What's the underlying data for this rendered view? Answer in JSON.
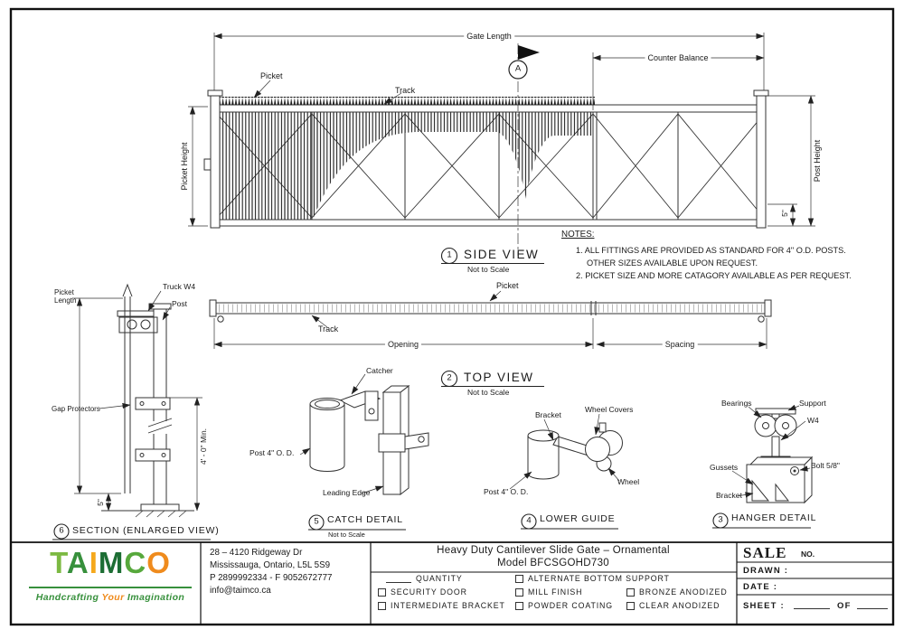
{
  "drawing": {
    "side_view": {
      "callout": "1",
      "title": "SIDE VIEW",
      "scale": "Not to Scale",
      "section_marker": "A",
      "dim_gate_length": "Gate Length",
      "dim_counter_balance": "Counter Balance",
      "dim_picket_height": "Picket Height",
      "dim_post_height": "Post Height",
      "dim_bottom_gap": "5\"",
      "label_picket": "Picket",
      "label_track": "Track"
    },
    "notes": {
      "heading": "NOTES:",
      "items": [
        "1. ALL FITTINGS ARE PROVIDED AS STANDARD FOR 4\" O.D. POSTS.",
        "OTHER SIZES AVAILABLE UPON REQUEST.",
        "2. PICKET SIZE AND MORE CATAGORY AVAILABLE AS PER REQUEST."
      ]
    },
    "top_view": {
      "callout": "2",
      "title": "TOP VIEW",
      "scale": "Not to Scale",
      "label_picket": "Picket",
      "label_track": "Track",
      "dim_opening": "Opening",
      "dim_spacing": "Spacing"
    },
    "section_view": {
      "callout": "6",
      "title": "SECTION (ENLARGED VIEW)",
      "label_truck": "Truck W4",
      "label_post": "Post",
      "dim_picket_length": "Picket Length",
      "label_gap_protectors": "Gap Protectors",
      "dim_min_height": "4' - 0\" Min.",
      "dim_bottom_gap": "5\""
    },
    "catch_detail": {
      "callout": "5",
      "title": "CATCH DETAIL",
      "scale": "Not to Scale",
      "label_catcher": "Catcher",
      "label_post": "Post 4\" O. D.",
      "label_leading_edge": "Leading Edge"
    },
    "lower_guide": {
      "callout": "4",
      "title": "LOWER GUIDE",
      "label_bracket": "Bracket",
      "label_wheel_covers": "Wheel Covers",
      "label_wheel": "Wheel",
      "label_post": "Post 4\" O. D."
    },
    "hanger_detail": {
      "callout": "3",
      "title": "HANGER DETAIL",
      "label_bearings": "Bearings",
      "label_support": "Support",
      "label_w4": "W4",
      "label_bolt": "Bolt 5/8\"",
      "label_gussets": "Gussets",
      "label_bracket": "Bracket"
    }
  },
  "title_block": {
    "logo": {
      "letters": [
        "T",
        "A",
        "I",
        "M",
        "C",
        "O"
      ],
      "tagline": [
        "Handcrafting",
        "Your",
        "Imagination"
      ],
      "colors": {
        "green": "#37903c",
        "dark_green": "#1d6e34",
        "light_green": "#7cb942",
        "orange": "#ef8b1d",
        "yellow": "#f5a81c"
      }
    },
    "address": {
      "lines": [
        "28 – 4120 Ridgeway Dr",
        "Mississauga, Ontario, L5L 5S9",
        "P 2899992334 - F 9052672777",
        "info@taimco.ca"
      ]
    },
    "product_title": "Heavy Duty Cantilever Slide Gate – Ornamental",
    "model": "Model BFCSGOHD730",
    "options": {
      "quantity": "QUANTITY",
      "items": [
        "SECURITY DOOR",
        "INTERMEDIATE BRACKET",
        "ALTERNATE BOTTOM SUPPORT",
        "MILL FINISH",
        "POWDER COATING",
        "BRONZE ANODIZED",
        "CLEAR ANODIZED"
      ]
    },
    "sale": "SALE",
    "no": "NO.",
    "drawn": "DRAWN :",
    "date": "DATE :",
    "sheet": "SHEET :",
    "of": "OF"
  }
}
